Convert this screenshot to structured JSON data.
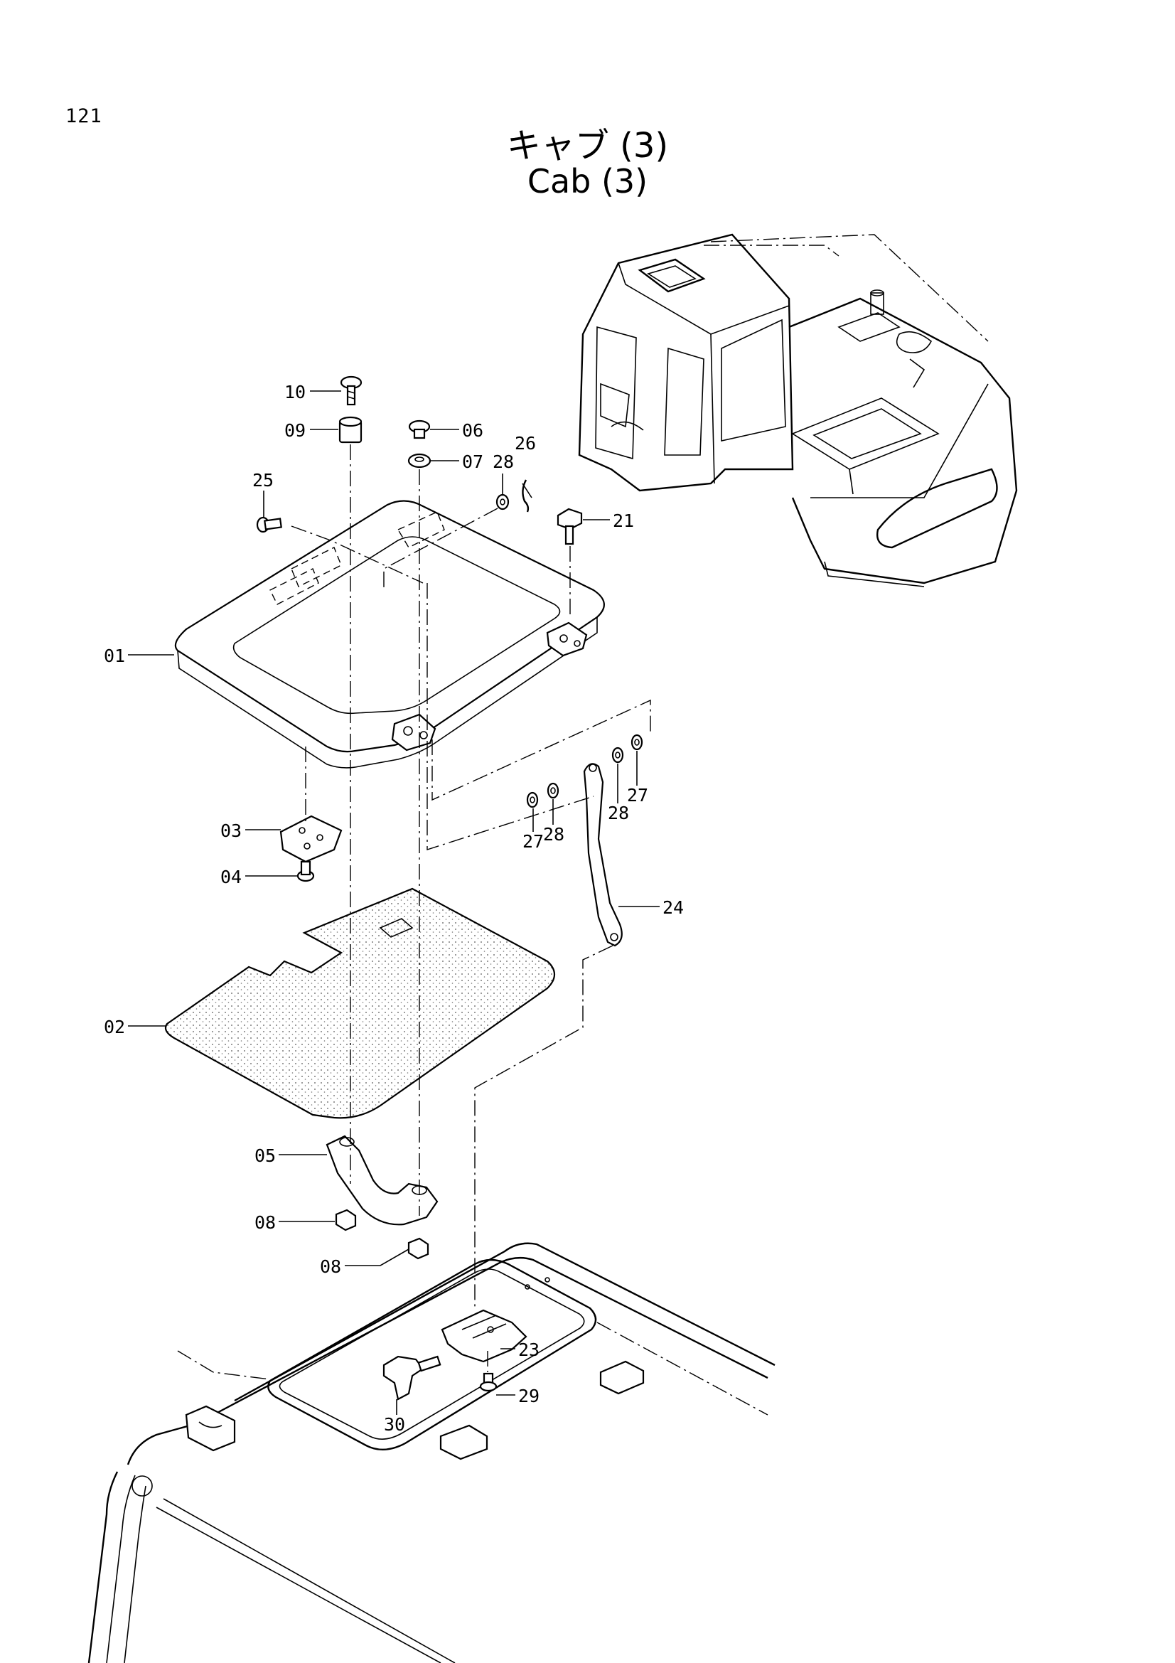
{
  "page_number": "121",
  "title_jp": "キャブ (3)",
  "title_en": "Cab (3)",
  "callouts": {
    "c01": "01",
    "c02": "02",
    "c03": "03",
    "c04": "04",
    "c05": "05",
    "c06": "06",
    "c07": "07",
    "c08a": "08",
    "c08b": "08",
    "c09": "09",
    "c10": "10",
    "c21": "21",
    "c23": "23",
    "c24": "24",
    "c25": "25",
    "c26": "26",
    "c27a": "27",
    "c27b": "27",
    "c28a": "28",
    "c28b": "28",
    "c28c": "28",
    "c29": "29",
    "c30": "30"
  }
}
